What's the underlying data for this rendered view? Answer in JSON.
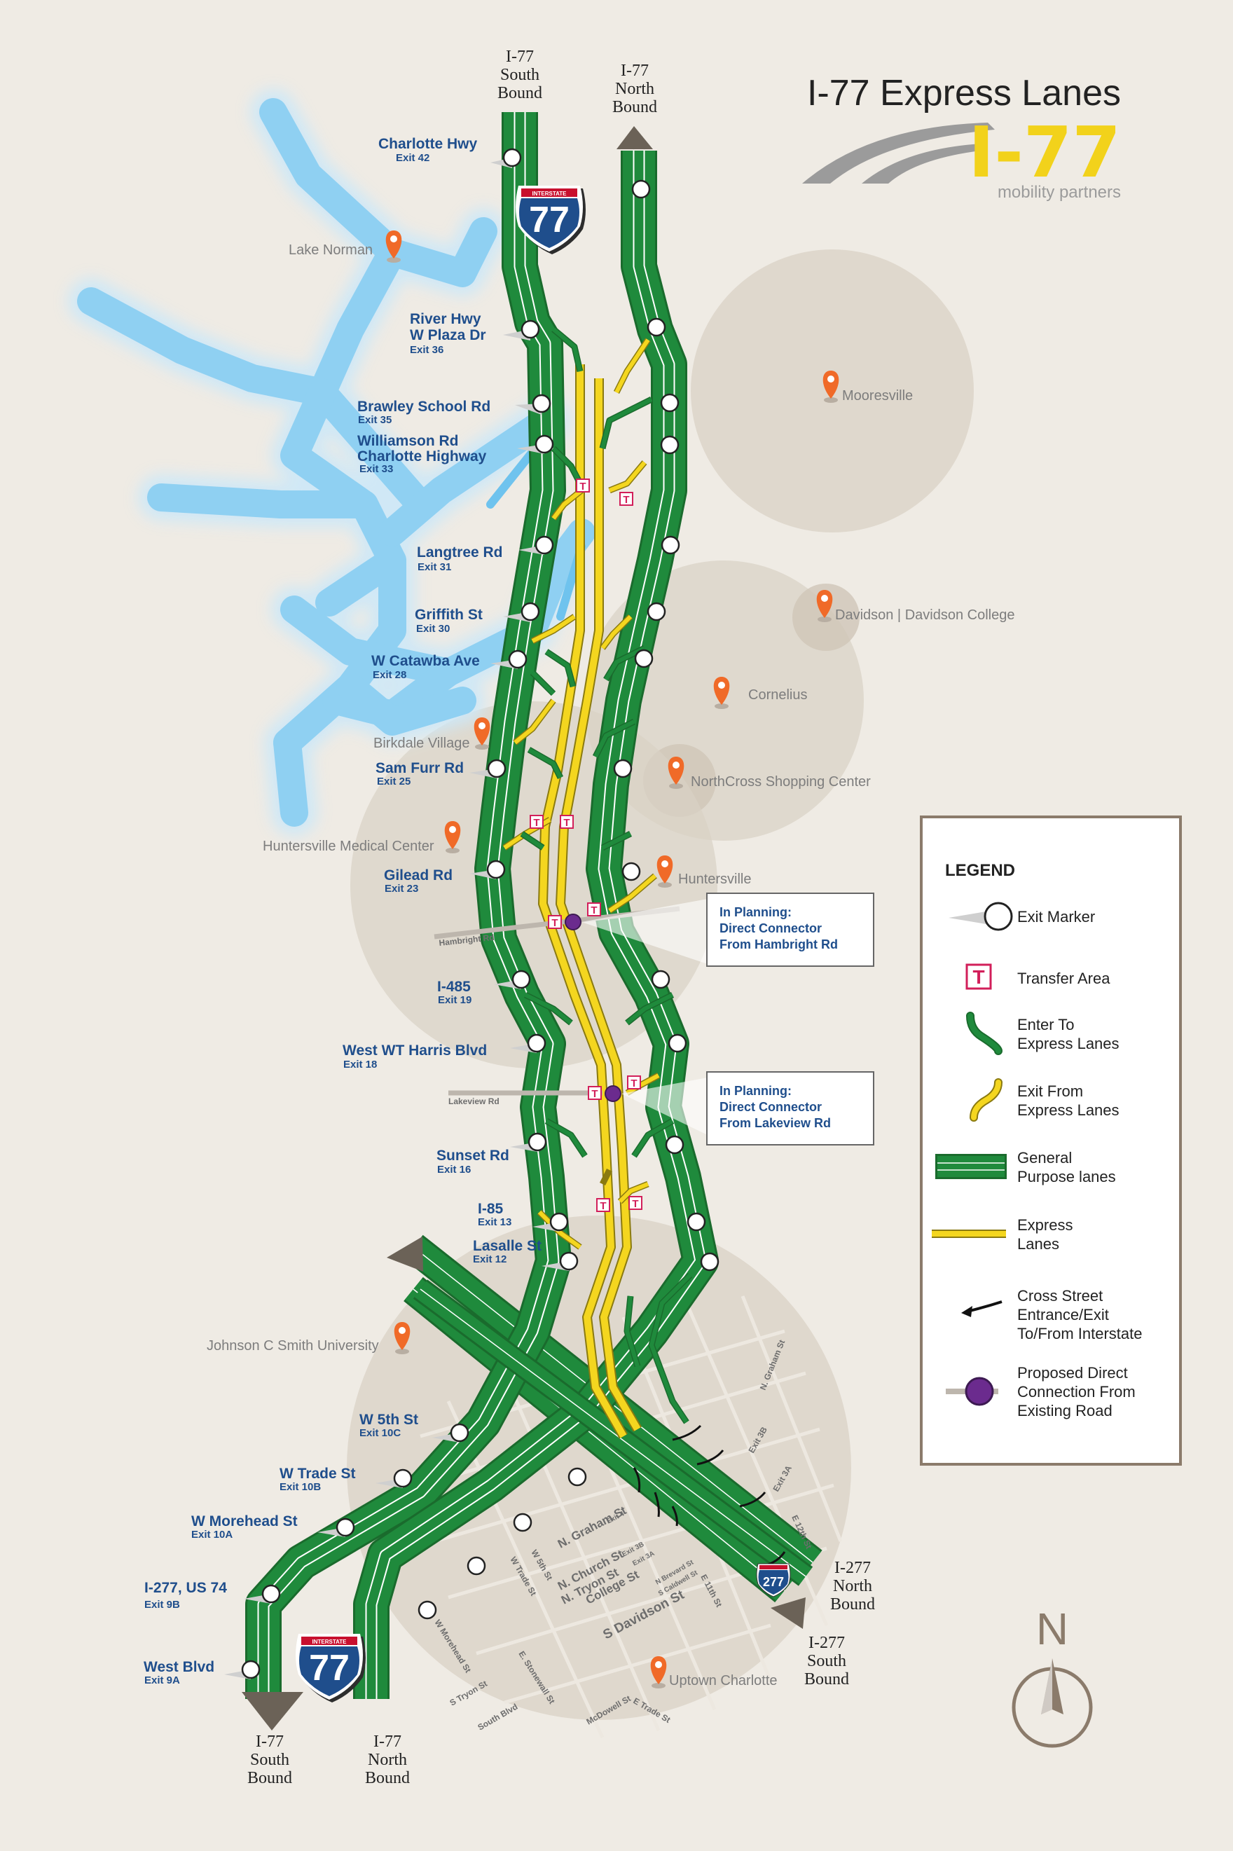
{
  "title": "I-77 Express Lanes",
  "logo": {
    "big": "I-77",
    "sub": "mobility partners"
  },
  "colors": {
    "background": "#efebe4",
    "lake": "#8fd0f2",
    "lake_glow": "#cde8f8",
    "general_lanes": "#1f8a3c",
    "express_lanes": "#f4d61f",
    "exit_label": "#1f4e8c",
    "pin": "#f06a28",
    "connector": "#6b2b8e",
    "transfer": "#d21f5a",
    "town_circle": "#d9d1c5"
  },
  "direction_labels": {
    "top_south": [
      "I-77",
      "South",
      "Bound"
    ],
    "top_north": [
      "I-77",
      "North",
      "Bound"
    ],
    "bottom_south": [
      "I-77",
      "South",
      "Bound"
    ],
    "bottom_north": [
      "I-77",
      "North",
      "Bound"
    ],
    "i277_north": [
      "I-277",
      "North",
      "Bound"
    ],
    "i277_south": [
      "I-277",
      "South",
      "Bound"
    ]
  },
  "shields": {
    "interstate_top": "INTERSTATE",
    "i77_num": "77",
    "i277_num": "277"
  },
  "exits": [
    {
      "name": [
        "Charlotte Hwy"
      ],
      "num": "Exit 42"
    },
    {
      "name": [
        "River Hwy",
        "W Plaza Dr"
      ],
      "num": "Exit 36"
    },
    {
      "name": [
        "Brawley School Rd"
      ],
      "num": "Exit 35"
    },
    {
      "name": [
        "Williamson Rd",
        "Charlotte Highway"
      ],
      "num": "Exit 33"
    },
    {
      "name": [
        "Langtree Rd"
      ],
      "num": "Exit 31"
    },
    {
      "name": [
        "Griffith St"
      ],
      "num": "Exit 30"
    },
    {
      "name": [
        "W Catawba Ave"
      ],
      "num": "Exit 28"
    },
    {
      "name": [
        "Sam Furr Rd"
      ],
      "num": "Exit 25"
    },
    {
      "name": [
        "Gilead Rd"
      ],
      "num": "Exit 23"
    },
    {
      "name": [
        "I-485"
      ],
      "num": "Exit 19"
    },
    {
      "name": [
        "West WT Harris Blvd"
      ],
      "num": "Exit 18"
    },
    {
      "name": [
        "Sunset Rd"
      ],
      "num": "Exit 16"
    },
    {
      "name": [
        "I-85"
      ],
      "num": "Exit 13"
    },
    {
      "name": [
        "Lasalle St"
      ],
      "num": "Exit 12"
    },
    {
      "name": [
        "W 5th St"
      ],
      "num": "Exit 10C"
    },
    {
      "name": [
        "W Trade St"
      ],
      "num": "Exit 10B"
    },
    {
      "name": [
        "W Morehead St"
      ],
      "num": "Exit 10A"
    },
    {
      "name": [
        "I-277, US 74"
      ],
      "num": "Exit 9B"
    },
    {
      "name": [
        "West Blvd"
      ],
      "num": "Exit 9A"
    }
  ],
  "places": [
    "Lake Norman",
    "Mooresville",
    "Davidson | Davidson College",
    "Cornelius",
    "Birkdale Village",
    "NorthCross Shopping Center",
    "Huntersville Medical Center",
    "Huntersville",
    "Johnson C Smith University",
    "Uptown Charlotte"
  ],
  "cross_roads": [
    "Hambright Rd",
    "Lakeview Rd"
  ],
  "street_labels": [
    "N. Graham St",
    "Exit 3B",
    "Exit 3A",
    "E 12th St",
    "N. Graham St",
    "Exit 4",
    "N. Church St",
    "Exit 3B",
    "N. Tryon St",
    "Exit 3A",
    "College St",
    "S Davidson St",
    "N Brevard St",
    "S Caldwell St",
    "E 11th St",
    "W 5th St",
    "W Trade St",
    "W Morehead St",
    "E. Stonewall St",
    "S Tryon St",
    "South Blvd",
    "McDowell St",
    "E Trade St"
  ],
  "callouts": [
    [
      "In Planning:",
      "Direct Connector",
      "From Hambright Rd"
    ],
    [
      "In Planning:",
      "Direct Connector",
      "From Lakeview Rd"
    ]
  ],
  "legend": {
    "heading": "LEGEND",
    "items": [
      {
        "icon": "exit-marker-icon",
        "label": [
          "Exit Marker"
        ]
      },
      {
        "icon": "transfer-area-icon",
        "label": [
          "Transfer Area"
        ]
      },
      {
        "icon": "enter-lane-icon",
        "label": [
          "Enter To",
          "Express Lanes"
        ]
      },
      {
        "icon": "exit-lane-icon",
        "label": [
          "Exit From",
          "Express Lanes"
        ]
      },
      {
        "icon": "general-lanes-icon",
        "label": [
          "General",
          "Purpose lanes"
        ]
      },
      {
        "icon": "express-lanes-icon",
        "label": [
          "Express",
          "Lanes"
        ]
      },
      {
        "icon": "cross-street-icon",
        "label": [
          "Cross Street",
          "Entrance/Exit",
          "To/From Interstate"
        ]
      },
      {
        "icon": "connection-icon",
        "label": [
          "Proposed Direct",
          "Connection From",
          "Existing Road"
        ]
      }
    ]
  },
  "transfer_letter": "T",
  "north_letter": "N"
}
